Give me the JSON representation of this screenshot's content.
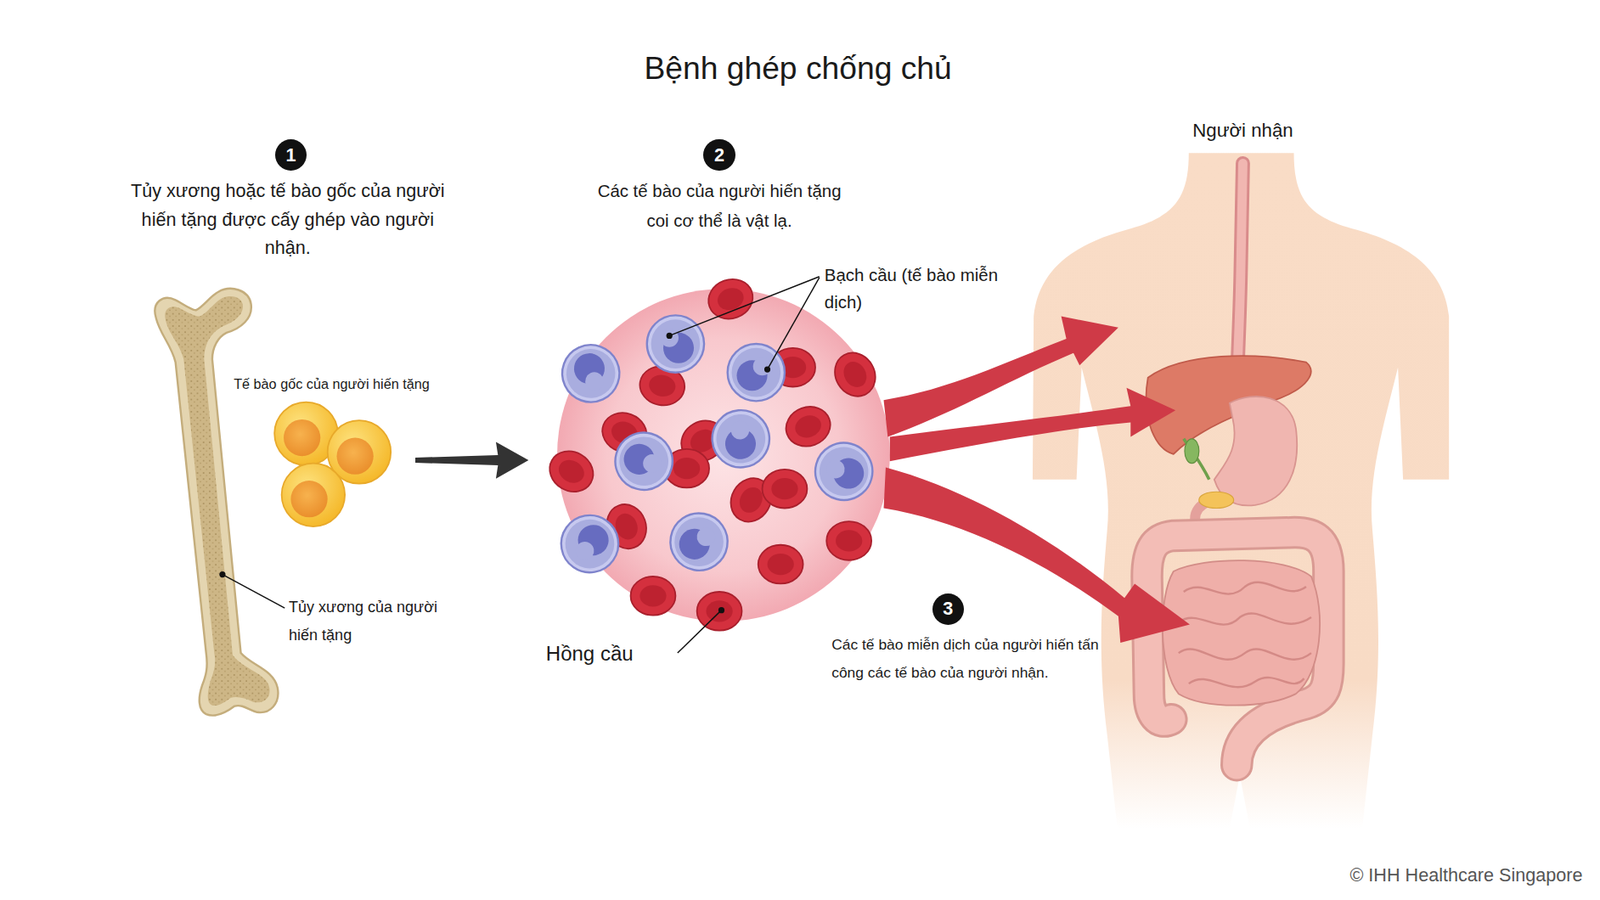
{
  "diagram": {
    "title": "Bệnh ghép chống chủ",
    "nodes": [
      {
        "text": [
          "1"
        ]
      },
      {
        "text": [
          "2"
        ]
      },
      {
        "text": [
          "3"
        ]
      }
    ],
    "labels": [
      "Tủy xương hoặc tế bào gốc của người hiến tặng được cấy ghép vào người nhận.",
      "Các tế bào của người hiến tặng coi cơ thể là vật lạ.",
      "Bạch cầu (tế bào miễn dịch)",
      "Tế bào gốc của người hiến tặng",
      "Tủy xương của người hiến tặng",
      "Hồng cầu",
      "Các tế bào miễn dịch của người hiến tấn công các tế bào của người nhận.",
      "Người nhận",
      "© IHH Healthcare Singapore"
    ]
  }
}
